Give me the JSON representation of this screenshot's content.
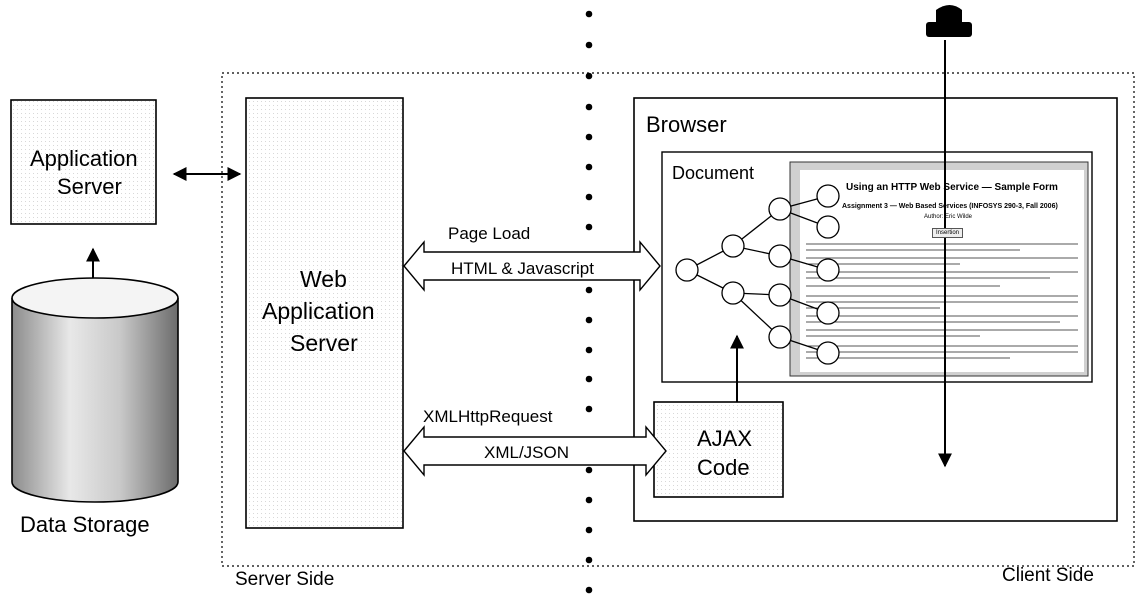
{
  "labels": {
    "app_server_line1": "Application",
    "app_server_line2": "Server",
    "data_storage": "Data Storage",
    "web_app_line1": "Web",
    "web_app_line2": "Application",
    "web_app_line3": "Server",
    "page_load": "Page Load",
    "html_js": "HTML & Javascript",
    "xhr": "XMLHttpRequest",
    "xml_json": "XML/JSON",
    "browser": "Browser",
    "document": "Document",
    "ajax_line1": "AJAX",
    "ajax_line2": "Code",
    "server_side": "Server Side",
    "client_side": "Client Side"
  },
  "form_thumbnail": {
    "title": "Using an HTTP Web Service — Sample Form",
    "subtitle": "Assignment 3 — Web Based Services (INFOSYS 290-3, Fall 2006)",
    "author": "Author: Eric Wilde",
    "button": "Insertion"
  },
  "icons": [
    "user-icon",
    "database-cylinder-icon"
  ],
  "colors": {
    "stroke": "#000000",
    "dots": "#000000",
    "shade": "#c8c8c8"
  }
}
